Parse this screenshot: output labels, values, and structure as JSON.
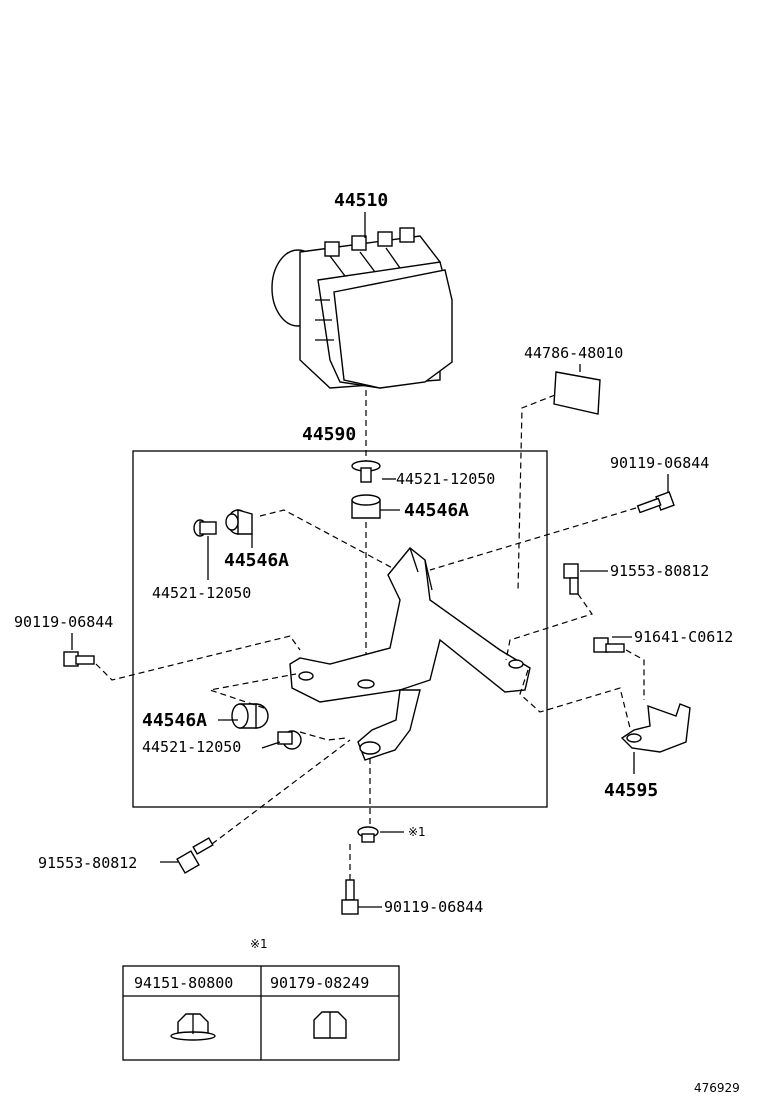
{
  "labels": {
    "actuator": "44510",
    "bracket_assy": "44590",
    "label_plate": "44786-48010",
    "bolt_right_top": "90119-06844",
    "bolt_right_mid": "91553-80812",
    "bolt_right_low": "91641-C0612",
    "bracket_small": "44595",
    "bolt_left": "90119-06844",
    "collar_top": "44521-12050",
    "cushion_top": "44546A",
    "cushion_left": "44546A",
    "collar_left": "44521-12050",
    "cushion_lower": "44546A",
    "collar_lower": "44521-12050",
    "bolt_lower_left": "91553-80812",
    "nut_ref": "※1",
    "bolt_bottom": "90119-06844"
  },
  "table": {
    "header_mark": "※1",
    "columns": [
      "94151-80800",
      "90179-08249"
    ]
  },
  "figure_code": "476929"
}
